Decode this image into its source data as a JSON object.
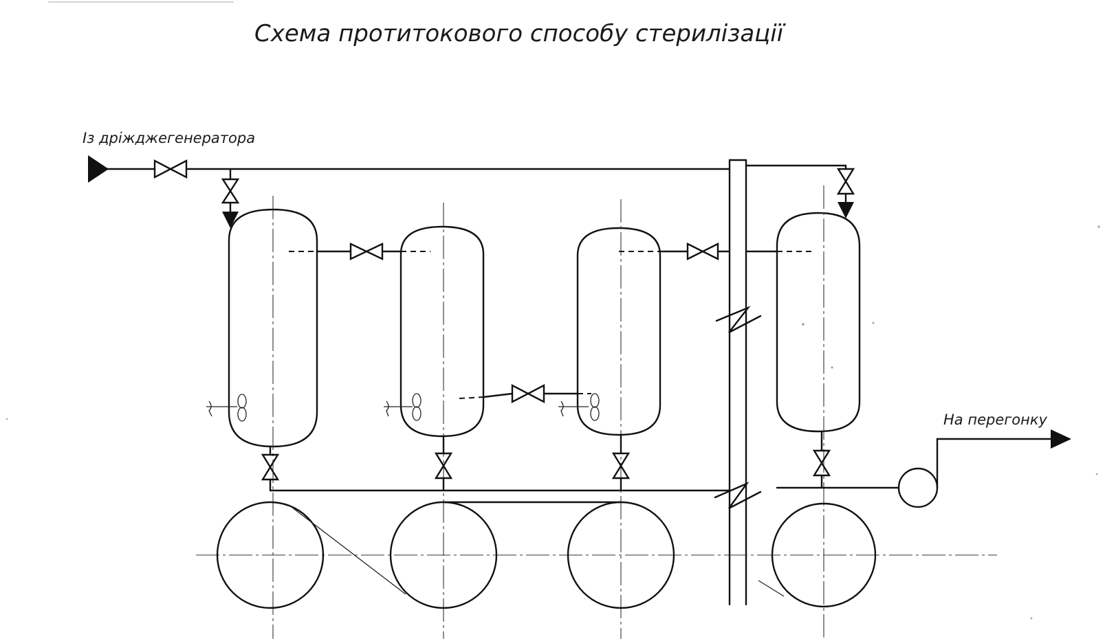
{
  "diagram": {
    "title": "Схема протитокового способу стерилізації",
    "inlet_label": "Із дріжджегенератора",
    "outlet_label": "На перегонку",
    "line_color": "#111111",
    "background": "#ffffff",
    "icons": {
      "valve": "valve-icon",
      "arrow": "flow-arrow-icon",
      "pump": "pump-icon",
      "agitator": "agitator-icon",
      "break": "line-break-icon"
    }
  }
}
